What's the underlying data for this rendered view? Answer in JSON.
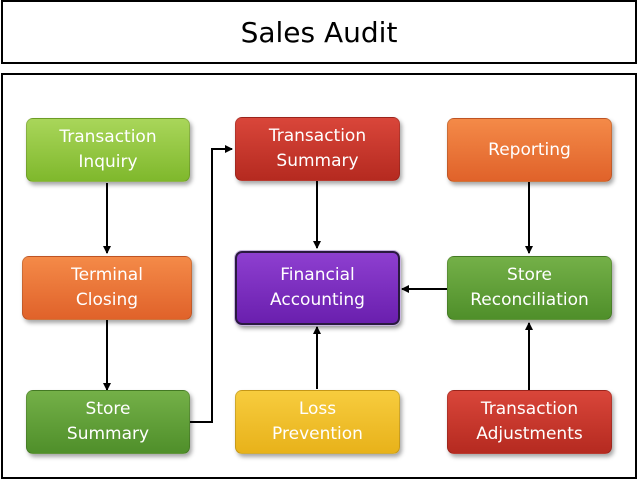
{
  "title": "Sales Audit",
  "nodes": {
    "transaction_inquiry": "Transaction\nInquiry",
    "terminal_closing": "Terminal\nClosing",
    "store_summary": "Store\nSummary",
    "transaction_summary": "Transaction\nSummary",
    "financial_accounting": "Financial\nAccounting",
    "loss_prevention": "Loss\nPrevention",
    "reporting": "Reporting",
    "store_reconciliation": "Store\nReconciliation",
    "transaction_adjustments": "Transaction\nAdjustments"
  },
  "colors": {
    "light_green": "#8cc63e",
    "dark_green": "#5a9e32",
    "orange": "#e96f33",
    "red": "#c6362b",
    "yellow": "#efbf28",
    "purple": "#7a2dbe"
  }
}
